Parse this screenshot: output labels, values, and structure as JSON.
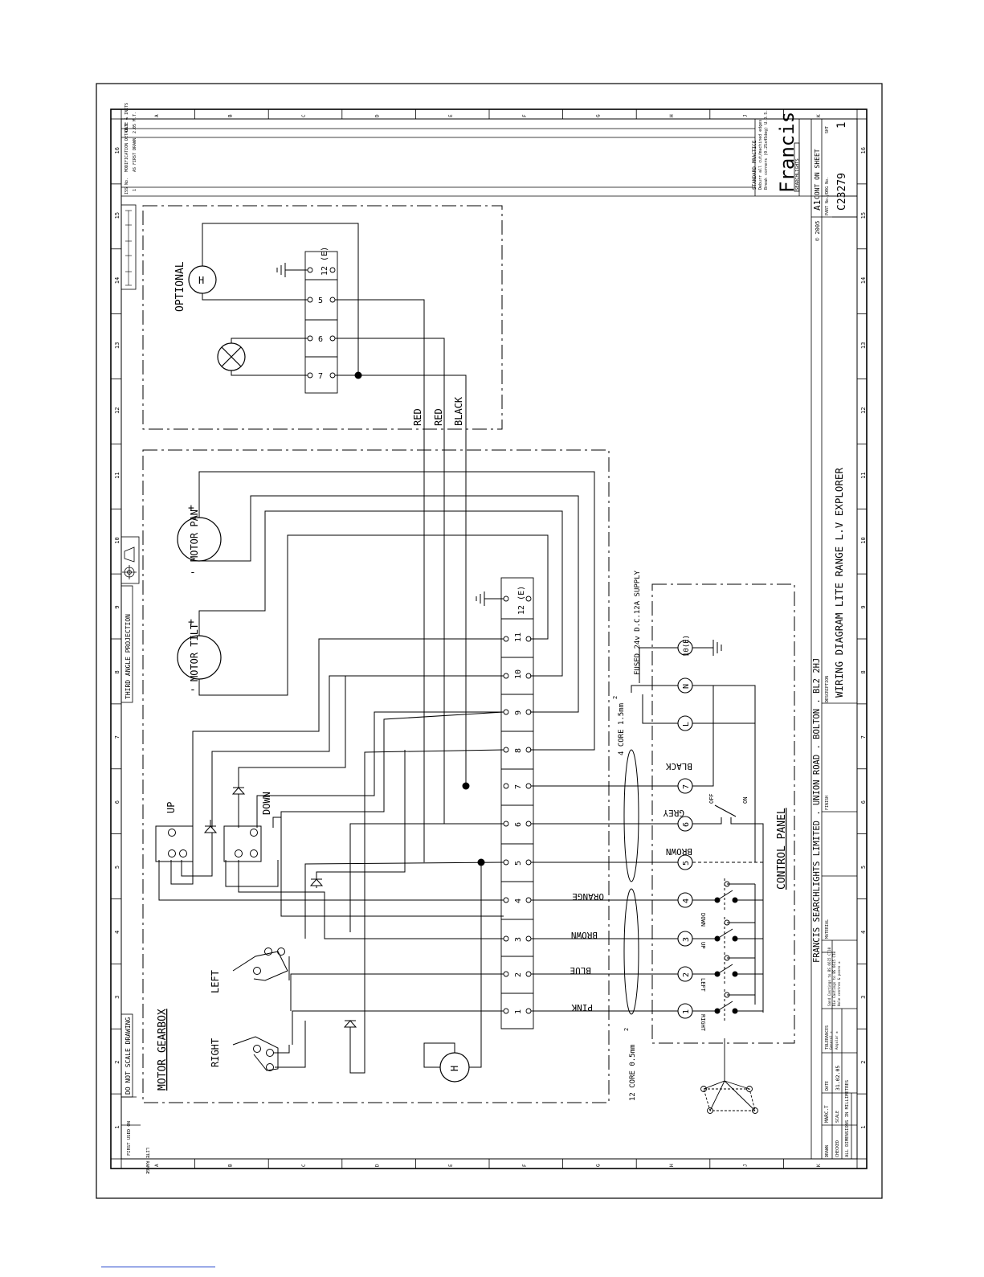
{
  "title_block": {
    "company": "FRANCIS SEARCHLIGHTS LIMITED . UNION ROAD . BOLTON . BL2 2HJ",
    "description": "WIRING DIAGRAM LITE RANGE L.V EXPLORER",
    "drawing_number": "C23279",
    "sheet_number": "1",
    "sheet_size": "A1",
    "cont_on_sheet": "CONT ON SHEET",
    "copyright": "© 2005",
    "logo_text": "Francis",
    "logo_sub": "SEARCHLIGHTS",
    "standard_practice": "STANDARD PRACTICE",
    "standard_note_1": "Deburr all cut/machined edges",
    "standard_note_2": "Break corners (0.25x45deg) U.O.S.",
    "first_used_on_label": "FIRST USED ON",
    "first_used_on_value": "LITE RANGE",
    "do_not_scale": "DO NOT SCALE DRAWING",
    "projection": "THIRD ANGLE PROJECTION",
    "drawn_label": "DRAWN",
    "drawn_value": "MARC.T",
    "date_label": "DATE",
    "date_value": "31.02.05",
    "checked_label": "CHECKED",
    "scale_label": "SCALE",
    "dims_note": "ALL DIMENSIONS IN MILLIMETRES",
    "tolerances_label": "TOLERANCES",
    "material_label": "MATERIAL",
    "finish_label": "FINISH",
    "description_label": "DESCRIPTION",
    "part_no_label": "PART No./DRG No.",
    "sht_label": "SHT",
    "mod_iss": "ISS No.",
    "mod_details": "MODIFICATION DETAILS",
    "mod_date": "DATE & INITS",
    "mod_row_iss": "1",
    "mod_row_details": "AS FIRST DRAWN",
    "mod_row_date": "2.05 M.T.",
    "tol_1": "Sand Castings to BS 6615 CT10",
    "tol_2": "Die Castings to BS 6615 CT8",
    "tol_3": "Hole centres & posns ±",
    "tol_4": "General ±",
    "tol_5": "Angular ±"
  },
  "grid": {
    "numbers": [
      "1",
      "2",
      "3",
      "4",
      "5",
      "6",
      "7",
      "8",
      "9",
      "10",
      "11",
      "12",
      "13",
      "14",
      "15",
      "16"
    ],
    "letters": [
      "A",
      "B",
      "C",
      "D",
      "E",
      "F",
      "G",
      "H",
      "J",
      "K"
    ]
  },
  "labels": {
    "motor_gearbox": "MOTOR GEARBOX",
    "control_panel": "CONTROL PANEL",
    "optional": "OPTIONAL",
    "motor_pan": "MOTOR PAN",
    "motor_tilt": "MOTOR TILT",
    "up": "UP",
    "down": "DOWN",
    "left": "LEFT",
    "right": "RIGHT",
    "supply": "FUSED 24v D.C.12A SUPPLY",
    "cable_4core": "4 CORE 1.5mm",
    "cable_12core": "12 CORE 0.5mm",
    "sq": "2",
    "off": "OFF",
    "on": "ON",
    "heater": "H",
    "plus": "+",
    "minus": "-",
    "terminal_12e": "12 (E)",
    "cp_10e": "10(E)",
    "cp_n": "N",
    "cp_l": "L",
    "sw_down": "DOWN",
    "sw_up": "UP",
    "sw_left": "LEFT",
    "sw_right": "RIGHT"
  },
  "wire_colors": {
    "pink": "PINK",
    "blue": "BLUE",
    "brown_lo": "BROWN",
    "orange": "ORANGE",
    "brown_hi": "BROWN",
    "grey": "GREY",
    "black_lo": "BLACK",
    "red1": "RED",
    "red2": "RED",
    "black_hi": "BLACK"
  },
  "main_terminals": [
    "1",
    "2",
    "3",
    "4",
    "5",
    "6",
    "7",
    "8",
    "9",
    "10",
    "11"
  ],
  "optional_terminals": [
    "7",
    "6",
    "5"
  ],
  "control_panel_terminals": [
    "1",
    "2",
    "3",
    "4",
    "5",
    "6",
    "7"
  ]
}
